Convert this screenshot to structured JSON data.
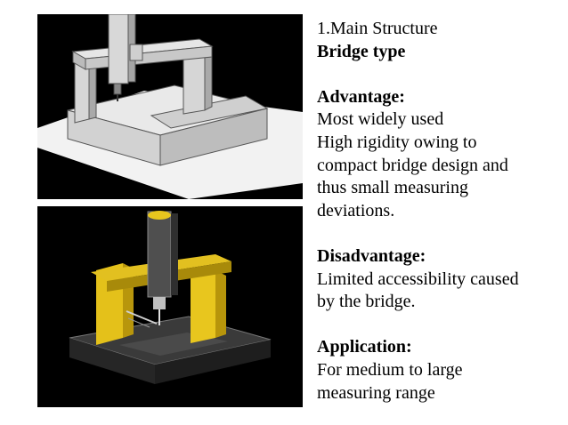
{
  "slide": {
    "heading": "1.Main Structure",
    "subheading": "Bridge type",
    "advantage": {
      "label": "Advantage:",
      "lines": [
        "Most widely used",
        "High rigidity  owing to",
        "compact bridge design and",
        "thus small measuring",
        "deviations."
      ]
    },
    "disadvantage": {
      "label": "Disadvantage:",
      "lines": [
        "Limited accessibility caused",
        "by the bridge."
      ]
    },
    "application": {
      "label": "Application:",
      "lines": [
        "For medium to large",
        "measuring range"
      ]
    }
  }
}
